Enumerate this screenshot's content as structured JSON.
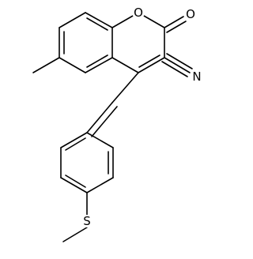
{
  "molecule": {
    "atoms": {
      "ring_oxygen": "O",
      "carbonyl_oxygen": "O",
      "nitrile_nitrogen": "N",
      "sulfur": "S"
    },
    "colors": {
      "bond": "#000000",
      "background": "#ffffff"
    }
  }
}
